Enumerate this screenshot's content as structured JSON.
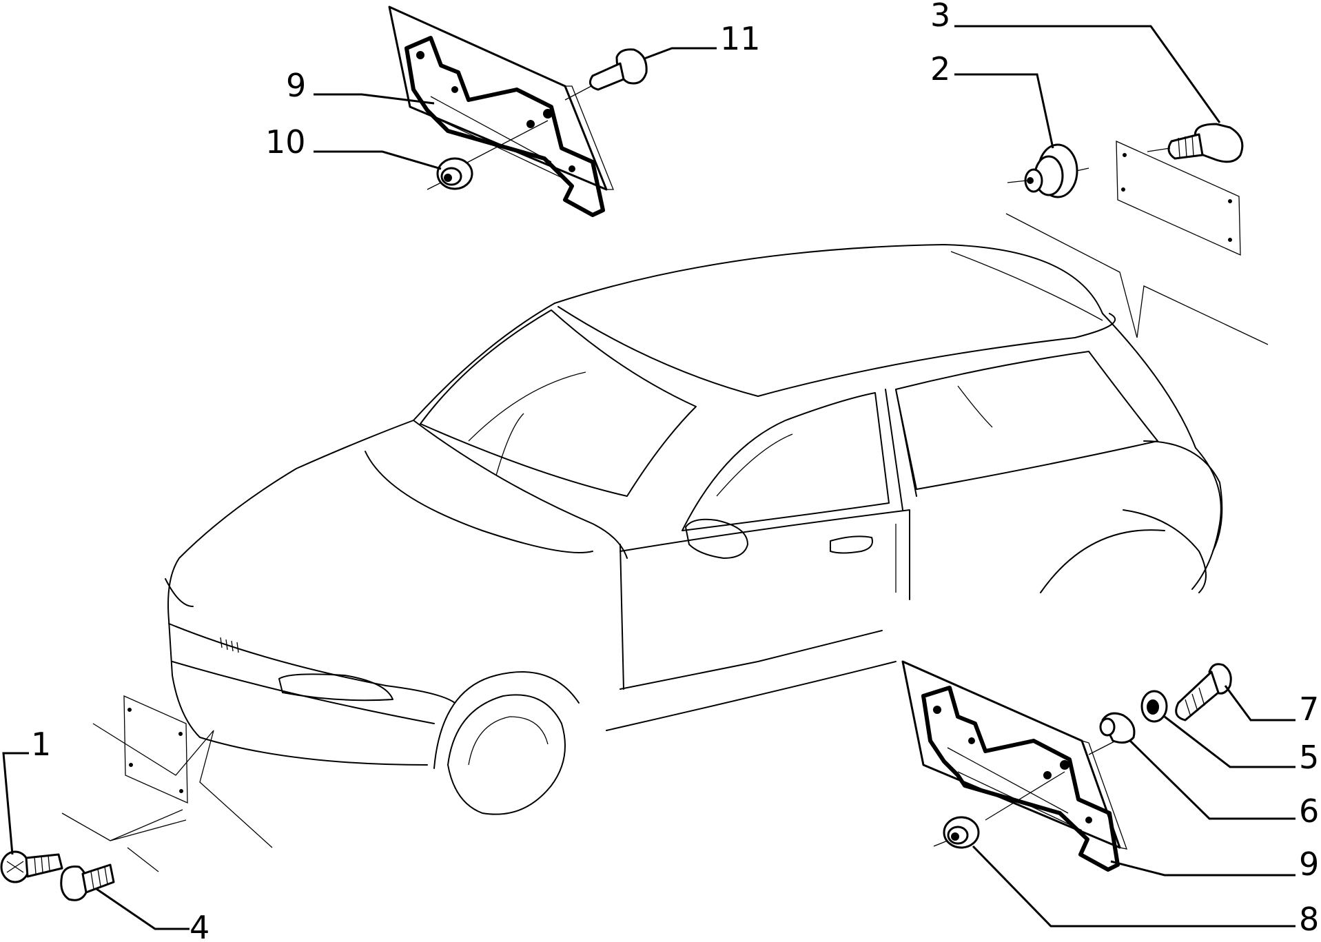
{
  "callouts": {
    "c1": "1",
    "c2": "2",
    "c3": "3",
    "c4": "4",
    "c5": "5",
    "c6": "6",
    "c7": "7",
    "c8": "8",
    "c9_top": "9",
    "c9_bottom": "9",
    "c10": "10",
    "c11": "11"
  },
  "colors": {
    "ink": "#000000",
    "paper": "#ffffff"
  }
}
